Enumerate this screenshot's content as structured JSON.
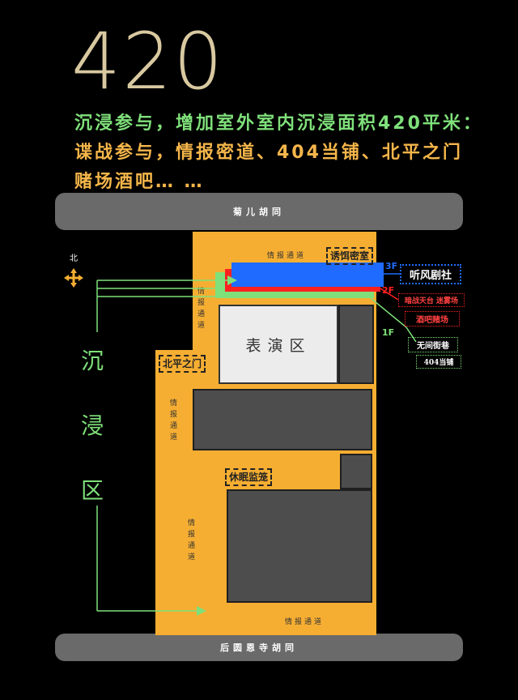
{
  "headline": {
    "number": "420",
    "line1": "沉浸参与，增加室外室内沉浸面积420平米：",
    "line2": "谍战参与，情报密道、404当铺、北平之门",
    "line3": "赌场酒吧… …"
  },
  "map": {
    "north_label": "北",
    "road_top": "菊儿胡同",
    "road_bottom": "后圆恩寺胡同",
    "passage_top": "情报通道",
    "passage_left_upper": "情报通道",
    "passage_left_middle": "情报通道",
    "passage_lower": "情报通道",
    "passage_bottom": "情报通道",
    "stage_label": "表演区",
    "tag_secret_room": "诱饵密室",
    "tag_north_gate": "北平之门",
    "tag_sleep_cage": "休眠监笼",
    "immersion_zone": [
      "沉",
      "浸",
      "区"
    ]
  },
  "floors": {
    "f3": {
      "floor": "3F",
      "name": "听风剧社",
      "color": "#1f6bff"
    },
    "f2": {
      "floor": "2F",
      "name1": "暗战天台 迷雾场",
      "name2": "酒吧赌场",
      "color": "#ff2020"
    },
    "f1": {
      "floor": "1F",
      "name1": "无间街巷",
      "name2": "404当铺",
      "color": "#7fe07a"
    }
  },
  "colors": {
    "building": "#f6ae32",
    "road": "#6a6a6a",
    "immersion_green": "#7fe07a"
  }
}
